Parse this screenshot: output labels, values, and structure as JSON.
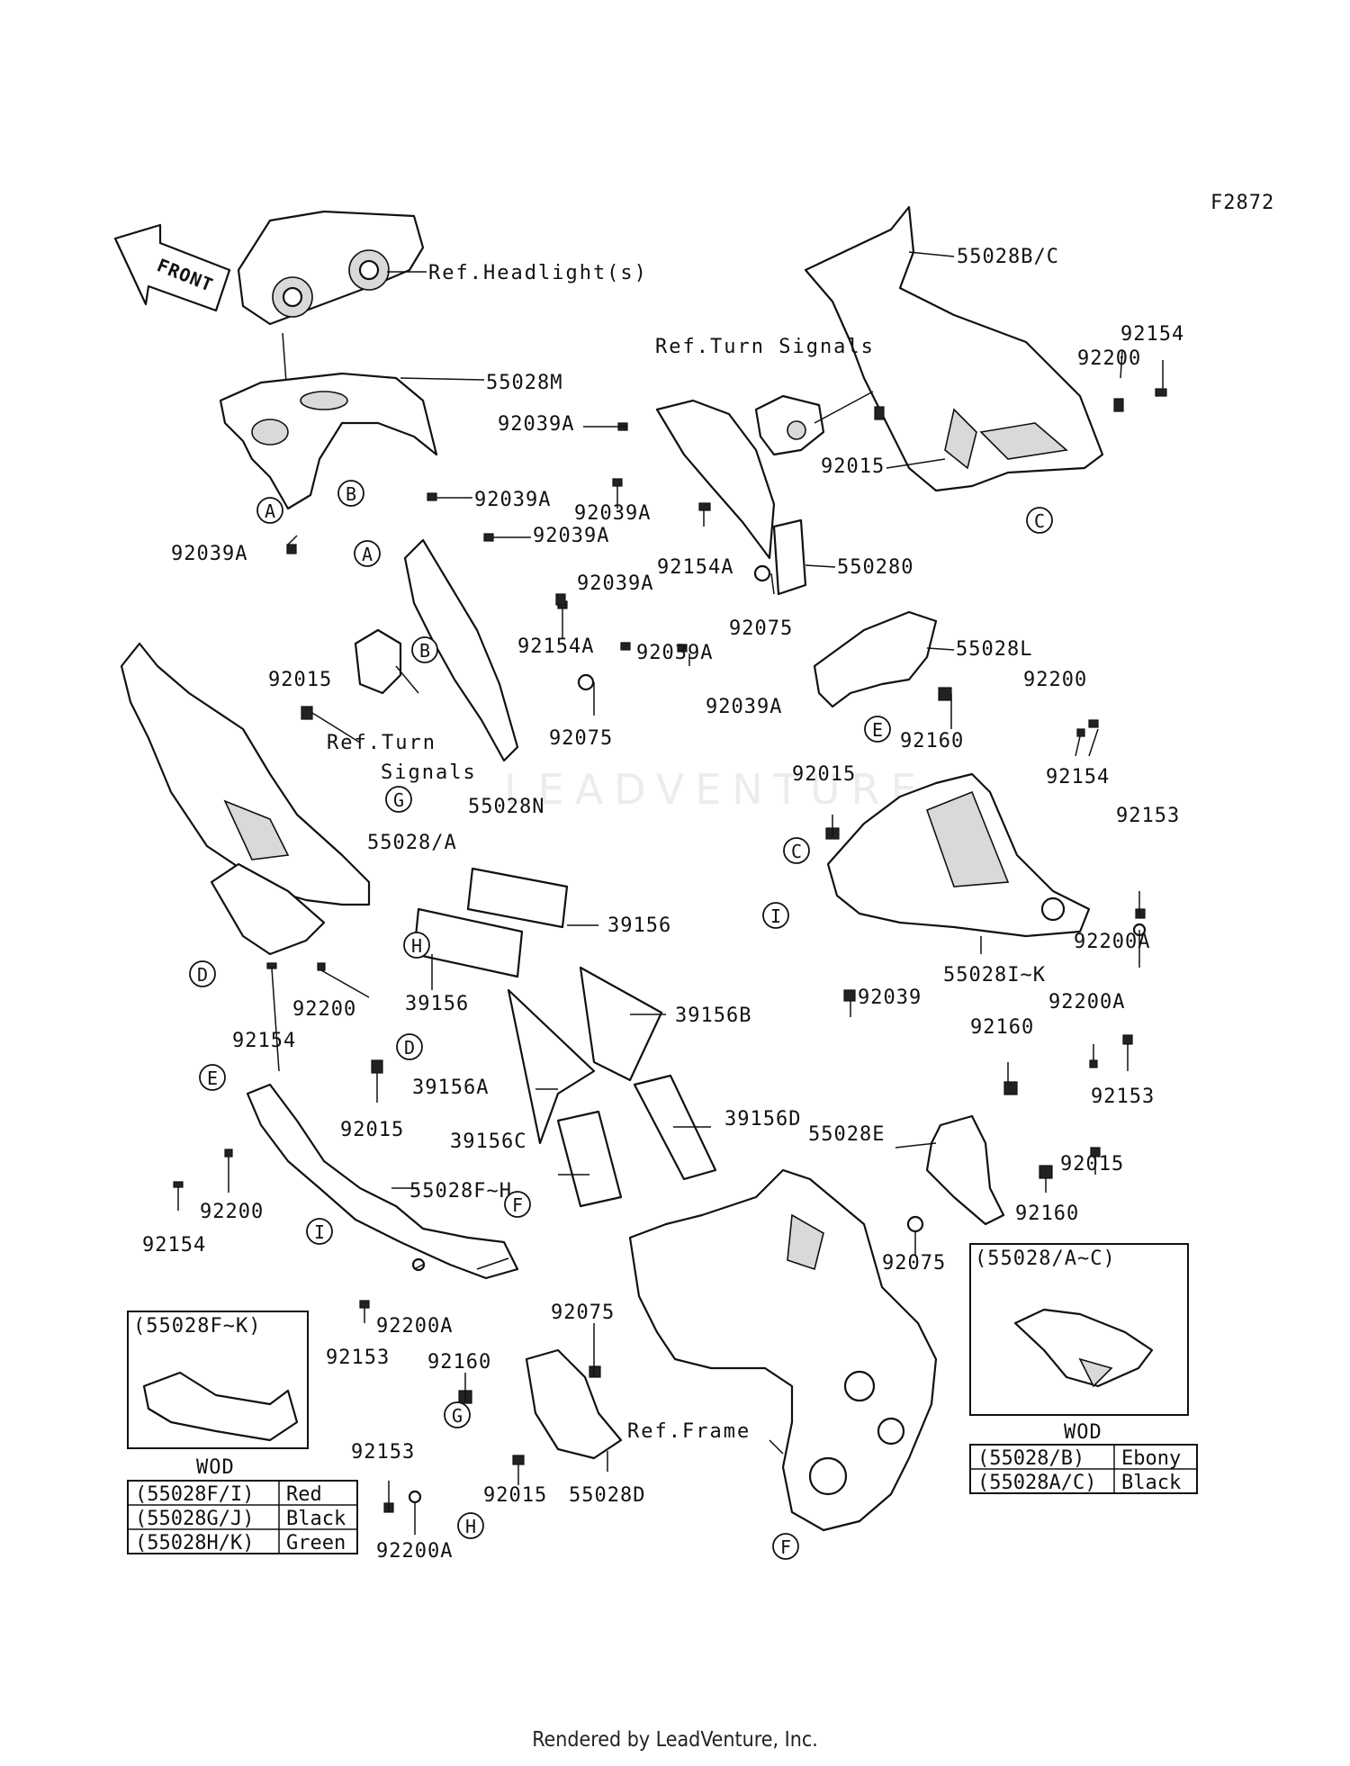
{
  "diagram": {
    "code": "F2872",
    "front_label": "FRONT",
    "watermark": "LEADVENTURE",
    "footer": "Rendered by LeadVenture, Inc.",
    "refs": {
      "headlight": "Ref.Headlight(s)",
      "turn_signals_top": "Ref.Turn Signals",
      "turn_signals_left_1": "Ref.Turn",
      "turn_signals_left_2": "Signals",
      "frame": "Ref.Frame"
    },
    "labels": [
      "55028B/C",
      "92154",
      "92200",
      "55028M",
      "92039A",
      "92039A",
      "92039A",
      "92039A",
      "92039A",
      "92039A",
      "92039A",
      "92039A",
      "92015",
      "92154A",
      "550280",
      "92075",
      "55028L",
      "92160",
      "92200",
      "92154",
      "92015",
      "92153",
      "92200A",
      "55028I~K",
      "92039",
      "92015",
      "92154A",
      "92075",
      "55028N",
      "55028/A",
      "92154",
      "92200",
      "39156",
      "39156",
      "39156B",
      "39156A",
      "39156C",
      "39156D",
      "92160",
      "92200A",
      "92153",
      "55028E",
      "92015",
      "92160",
      "92075",
      "92015",
      "55028F~H",
      "92200",
      "92154",
      "92200A",
      "92153",
      "92075",
      "92160",
      "92153",
      "92015",
      "55028D",
      "92200A",
      "Ref.Frame"
    ],
    "callouts": [
      "A",
      "B",
      "A",
      "B",
      "C",
      "C",
      "E",
      "I",
      "G",
      "H",
      "D",
      "D",
      "E",
      "I",
      "F",
      "G",
      "H",
      "F"
    ],
    "tables": {
      "left": {
        "caption": "(55028F~K)",
        "title": "WOD",
        "rows": [
          [
            "(55028F/I)",
            "Red"
          ],
          [
            "(55028G/J)",
            "Black"
          ],
          [
            "(55028H/K)",
            "Green"
          ]
        ]
      },
      "right": {
        "caption": "(55028/A~C)",
        "title": "WOD",
        "rows": [
          [
            "(55028/B)",
            "Ebony"
          ],
          [
            "(55028A/C)",
            "Black"
          ]
        ]
      }
    }
  }
}
